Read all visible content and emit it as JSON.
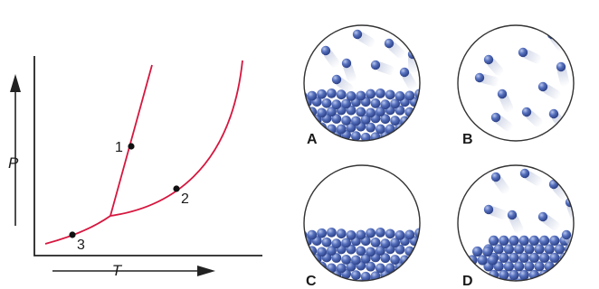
{
  "phase_diagram": {
    "y_axis_label": "P",
    "x_axis_label": "T",
    "points": [
      {
        "label": "1"
      },
      {
        "label": "2"
      },
      {
        "label": "3"
      }
    ],
    "curve_color": "#d6173f",
    "point_color": "#111111"
  },
  "panels": [
    {
      "label": "A"
    },
    {
      "label": "B"
    },
    {
      "label": "C"
    },
    {
      "label": "D"
    }
  ],
  "colors": {
    "molecule": "#3f5aa8",
    "molecule_highlight": "#b9c7ee",
    "motion_trail": "#c8cfe2",
    "circle_border": "#333333"
  }
}
